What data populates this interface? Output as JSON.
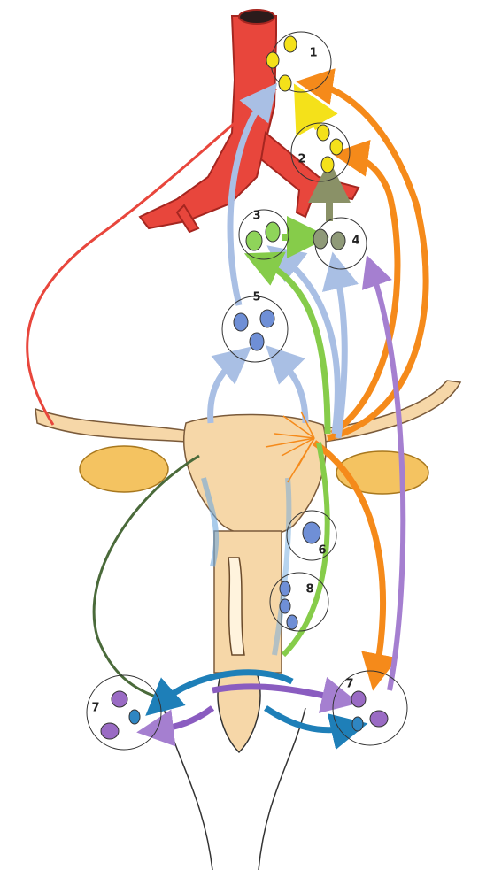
{
  "diagram": {
    "node_labels": {
      "n1": "1",
      "n2": "2",
      "n3": "3",
      "n4": "4",
      "n5": "5",
      "n6": "6",
      "n7_left": "7",
      "n7_right": "7",
      "n8": "8"
    },
    "colors": {
      "artery": "#e8463c",
      "artery_dark": "#b82a22",
      "organ": "#f6d7a8",
      "ovary": "#f4c361",
      "yellow_node": "#f4e11a",
      "green_node": "#8fd45a",
      "olive_node": "#8f9a78",
      "blue_node": "#6f8fd6",
      "purple_node": "#9a6bc4",
      "teal_node": "#2f86c2",
      "orange_path": "#f58a1a",
      "light_blue_path": "#a9bfe4",
      "green_path": "#86cc4a",
      "purple_path": "#a57fd0",
      "dark_blue_path": "#1e7fb8",
      "olive_path": "#8a9167"
    }
  }
}
